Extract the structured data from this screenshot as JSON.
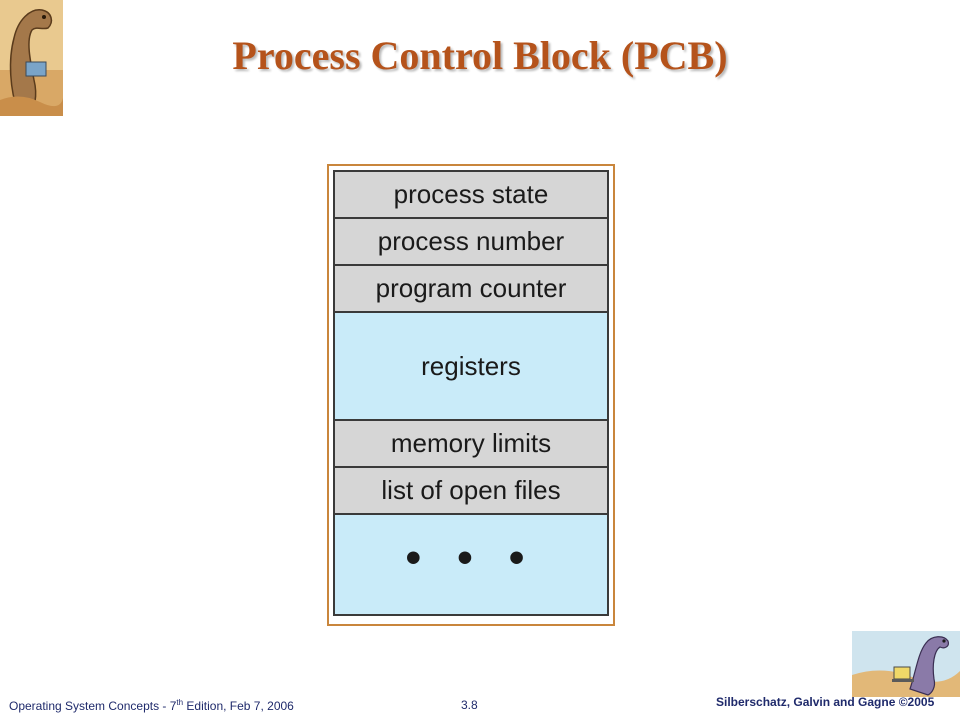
{
  "slide": {
    "title": "Process Control Block (PCB)"
  },
  "pcb": {
    "fields": [
      "process state",
      "process number",
      "program counter",
      "registers",
      "memory limits",
      "list of open files",
      "• • •"
    ]
  },
  "footer": {
    "left_before": "Operating System Concepts  - 7",
    "left_sup": "th",
    "left_after": " Edition, Feb 7, 2006",
    "page": "3.8",
    "right": "Silberschatz, Galvin and Gagne ©2005"
  },
  "colors": {
    "title": "#b5531b",
    "gray_field": "#d6d6d6",
    "blue_field": "#c9ebf9",
    "frame_border": "#c9863c",
    "footer_text": "#1f2a6b"
  }
}
